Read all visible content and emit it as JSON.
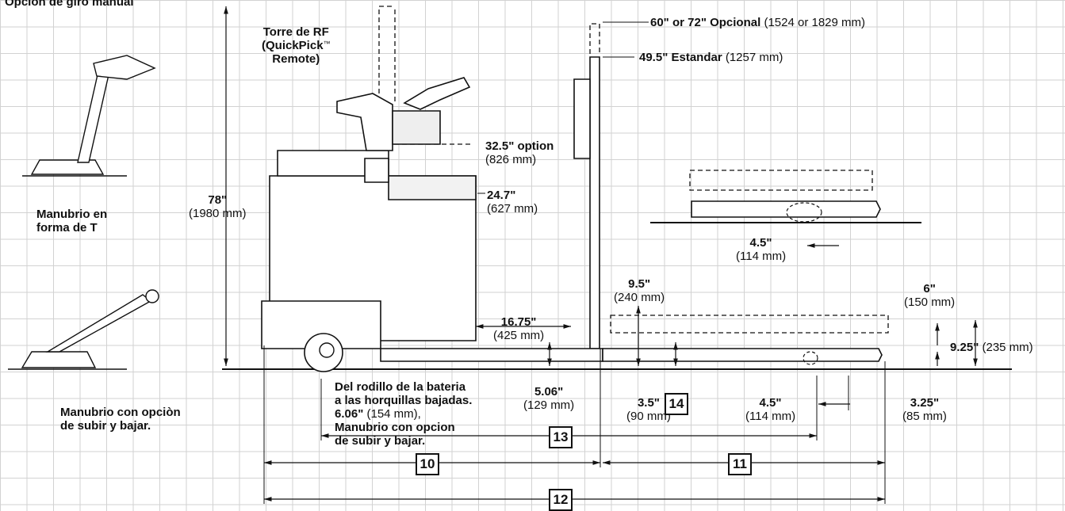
{
  "labels": {
    "manual_turn_option": "Opcion de giro manual",
    "rf_tower_line1": "Torre de RF",
    "rf_tower_line2": "(QuickPick",
    "rf_tower_tm": "™",
    "rf_tower_line3": "Remote)",
    "opt_60_72_bold": "60\" or 72\" Opcional",
    "opt_60_72_mm": " (1524 or 1829 mm)",
    "std_49_5_bold": "49.5\" Estandar",
    "std_49_5_mm": " (1257 mm)",
    "d_32_5": "32.5\" option",
    "d_32_5_mm": "(826 mm)",
    "d_24_7": "24.7\"",
    "d_24_7_mm": "(627 mm)",
    "d_78": "78\"",
    "d_78_mm": "(1980 mm)",
    "t_handle_line1": "Manubrio en",
    "t_handle_line2": "forma de T",
    "d_4_5_top": "4.5\"",
    "d_4_5_top_mm": "(114 mm)",
    "d_9_5": "9.5\"",
    "d_9_5_mm": "(240 mm)",
    "d_6": "6\"",
    "d_6_mm": "(150 mm)",
    "d_16_75": "16.75\"",
    "d_16_75_mm": "(425 mm)",
    "d_9_25": "9.25\"",
    "d_9_25_mm": " (235 mm)",
    "battery_roller_line1": "Del rodillo de la bateria",
    "battery_roller_line2": "a las horquillas bajadas.",
    "battery_roller_line3": "6.06\"",
    "battery_roller_line3_mm": " (154 mm),",
    "battery_roller_line4": "Manubrio con opcion",
    "battery_roller_line5": "de subir y bajar.",
    "d_5_06": "5.06\"",
    "d_5_06_mm": "(129 mm)",
    "d_3_5": "3.5\"",
    "d_3_5_mm": "(90 mm)",
    "d_4_5_bottom": "4.5\"",
    "d_4_5_bottom_mm": "(114 mm)",
    "d_3_25": "3.25\"",
    "d_3_25_mm": "(85 mm)",
    "raise_handle_line1": "Manubrio con opciòn",
    "raise_handle_line2": "de subir y bajar."
  },
  "callouts": {
    "c10": "10",
    "c11": "11",
    "c12": "12",
    "c13": "13",
    "c14": "14"
  }
}
